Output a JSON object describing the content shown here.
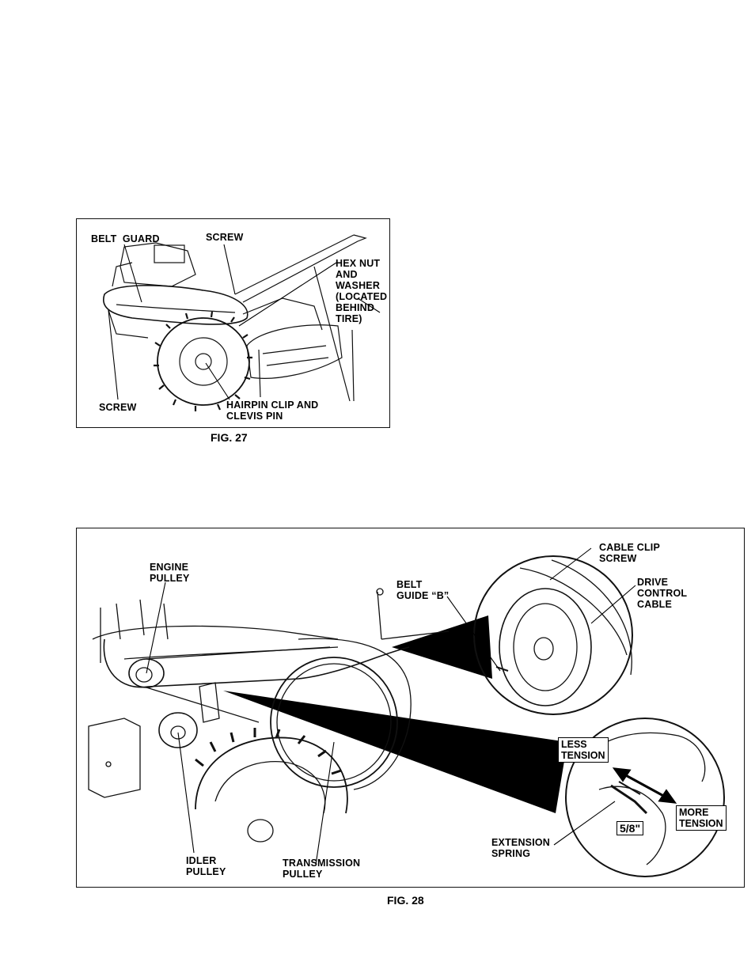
{
  "fig27": {
    "caption": "FIG. 27",
    "labels": {
      "belt_guard": "BELT  GUARD",
      "screw_top": "SCREW",
      "hex_nut": "HEX NUT\nAND\nWASHER\n(LOCATED\nBEHIND\nTIRE)",
      "screw_bottom": "SCREW",
      "hairpin": "HAIRPIN CLIP AND\nCLEVIS PIN"
    }
  },
  "fig28": {
    "caption": "FIG. 28",
    "labels": {
      "engine_pulley": "ENGINE\nPULLEY",
      "belt_guide": "BELT\nGUIDE “B”",
      "cable_clip": "CABLE CLIP\nSCREW",
      "drive_cable": "DRIVE\nCONTROL\nCABLE",
      "less_tension": "LESS\nTENSION",
      "more_tension": "MORE\nTENSION",
      "measure": "5/8\"",
      "extension_spring": "EXTENSION\nSPRING",
      "idler_pulley": "IDLER\nPULLEY",
      "transmission_pulley": "TRANSMISSION\nPULLEY"
    }
  }
}
